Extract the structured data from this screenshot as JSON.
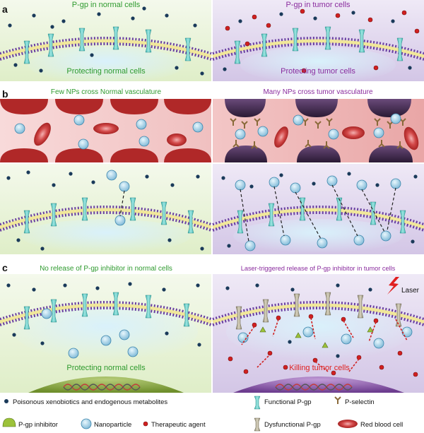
{
  "panels": {
    "a": {
      "label": "a",
      "left_title": "P-gp in normal cells",
      "right_title": "P-gp in tumor cells",
      "left_caption": "Protecting normal cells",
      "right_caption": "Protecting tumor cells"
    },
    "b": {
      "label": "b",
      "left_title": "Few NPs cross Normal vasculature",
      "right_title": "Many NPs cross tumor vasculature"
    },
    "c": {
      "label": "c",
      "left_title": "No release of P-gp inhibitor in normal cells",
      "right_title": "Laser-triggered release of P-gp inhibitor in tumor cells",
      "laser_label": "Laser",
      "left_caption": "Protecting normal cells",
      "right_caption": "Killing tumor cells"
    }
  },
  "legend": {
    "xenobiotics": "Poisonous xenobiotics and endogenous metabolites",
    "functional_pgp": "Functional P-gp",
    "p_selectin": "P-selectin",
    "pgp_inhibitor": "P-gp inhibitor",
    "nanoparticle": "Nanoparticle",
    "therapeutic": "Therapeutic agent",
    "dysfunctional_pgp": "Dysfunctional P-gp",
    "rbc": "Red blood cell"
  },
  "colors": {
    "normal_text": "#2e9a2e",
    "tumor_text": "#8a2c9e",
    "killing_text": "#e02020",
    "normal_bg": "#eef6e2",
    "tumor_bg": "#e6ddf0",
    "vessel_normal": "#f2c6c6",
    "vessel_tumor": "#efb0b0"
  }
}
